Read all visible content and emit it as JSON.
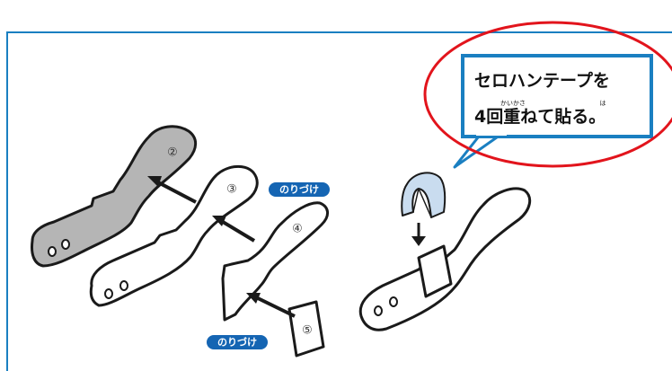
{
  "labels": {
    "part2": "②",
    "part3": "③",
    "part4": "④",
    "part5": "⑤",
    "glue_top": "のりづけ",
    "glue_bottom": "のりづけ"
  },
  "callout": {
    "line1": "セロハンテープを",
    "line2_prefix": "4",
    "line2_kanji1": "回",
    "line2_kanji2": "重",
    "line2_mid": "ねて",
    "line2_kanji3": "貼",
    "line2_suffix": "る。",
    "ruby_kaikasa": "かいかさ",
    "ruby_ha": "は"
  },
  "colors": {
    "frame": "#1a7fc1",
    "callout_border": "#1a7fc1",
    "badge": "#1565b3",
    "highlight_circle": "#e2141c",
    "part2_fill": "#b5b5b5",
    "tape_fill": "#c9dcef"
  }
}
